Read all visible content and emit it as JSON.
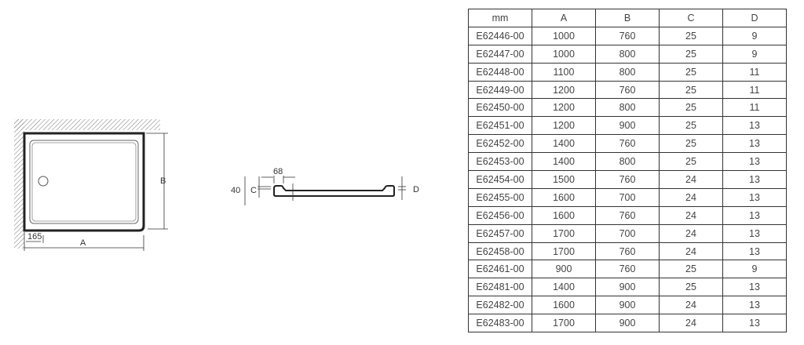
{
  "plan_view": {
    "label_a": "A",
    "label_b": "B",
    "drain_offset": "165"
  },
  "section_view": {
    "label_40": "40",
    "label_c": "C",
    "label_68": "68",
    "label_d": "D"
  },
  "table": {
    "headers": [
      "mm",
      "A",
      "B",
      "C",
      "D"
    ],
    "rows": [
      [
        "E62446-00",
        "1000",
        "760",
        "25",
        "9"
      ],
      [
        "E62447-00",
        "1000",
        "800",
        "25",
        "9"
      ],
      [
        "E62448-00",
        "1100",
        "800",
        "25",
        "11"
      ],
      [
        "E62449-00",
        "1200",
        "760",
        "25",
        "11"
      ],
      [
        "E62450-00",
        "1200",
        "800",
        "25",
        "11"
      ],
      [
        "E62451-00",
        "1200",
        "900",
        "25",
        "13"
      ],
      [
        "E62452-00",
        "1400",
        "760",
        "25",
        "13"
      ],
      [
        "E62453-00",
        "1400",
        "800",
        "25",
        "13"
      ],
      [
        "E62454-00",
        "1500",
        "760",
        "24",
        "13"
      ],
      [
        "E62455-00",
        "1600",
        "700",
        "24",
        "13"
      ],
      [
        "E62456-00",
        "1600",
        "760",
        "24",
        "13"
      ],
      [
        "E62457-00",
        "1700",
        "700",
        "24",
        "13"
      ],
      [
        "E62458-00",
        "1700",
        "760",
        "24",
        "13"
      ],
      [
        "E62461-00",
        "900",
        "760",
        "25",
        "9"
      ],
      [
        "E62481-00",
        "1400",
        "900",
        "25",
        "13"
      ],
      [
        "E62482-00",
        "1600",
        "900",
        "24",
        "13"
      ],
      [
        "E62483-00",
        "1700",
        "900",
        "24",
        "13"
      ]
    ]
  }
}
